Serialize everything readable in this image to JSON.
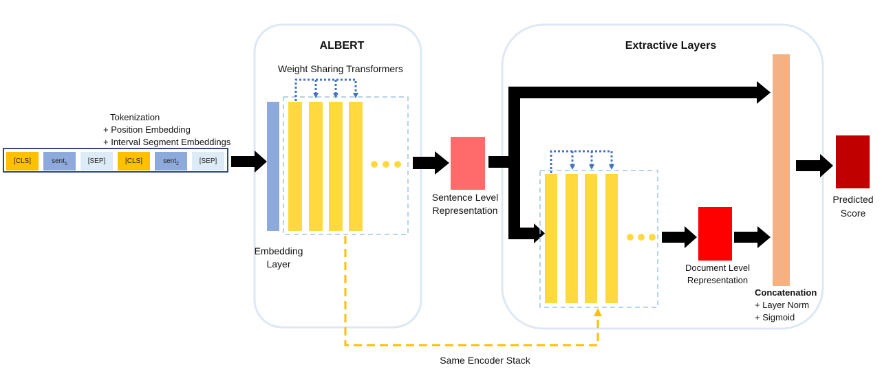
{
  "albert": {
    "title": "ALBERT",
    "weight_sharing": "Weight Sharing Transformers",
    "embedding_layer": [
      "Embedding",
      "Layer"
    ]
  },
  "input": {
    "preprocess": [
      "Tokenization",
      "+ Position Embedding",
      "+ Interval Segment Embeddings"
    ],
    "tokens": [
      {
        "text": "[CLS]",
        "sub": "",
        "color": "#FFC000"
      },
      {
        "text": "sent",
        "sub": "1",
        "color": "#8EA9DB"
      },
      {
        "text": "[SEP]",
        "sub": "",
        "color": "#DDEBF7"
      },
      {
        "text": "[CLS]",
        "sub": "",
        "color": "#FFC000"
      },
      {
        "text": "sent",
        "sub": "2",
        "color": "#8EA9DB"
      },
      {
        "text": "[SEP]",
        "sub": "",
        "color": "#DDEBF7"
      }
    ]
  },
  "sentence_repr": [
    "Sentence Level",
    "Representation"
  ],
  "extractive": {
    "title": "Extractive Layers",
    "document_repr": [
      "Document Level",
      "Representation"
    ]
  },
  "concat": {
    "title": "Concatenation",
    "items": [
      "+ Layer Norm",
      "+ Sigmoid"
    ]
  },
  "output": [
    "Predicted",
    "Score"
  ],
  "same_encoder": "Same Encoder Stack",
  "colors": {
    "transformer": "#FFD93D",
    "embedding": "#8EA9DB",
    "sentence": "#FF6B6B",
    "document": "#FF0000",
    "concat": "#F4B183",
    "score": "#C00000",
    "panel_border": "#DDE8F4",
    "dotted_arrow": "#4472C4",
    "dashed_link": "#FFC000",
    "input_border": "#2F4A78"
  }
}
